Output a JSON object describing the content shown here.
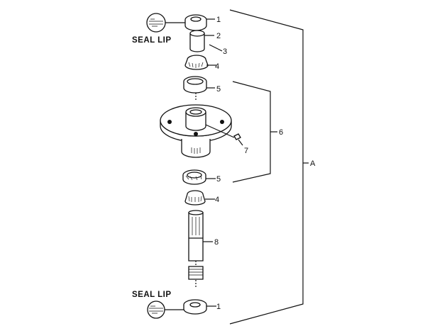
{
  "diagram": {
    "seal_lip_label_top": "SEAL LIP",
    "seal_lip_label_bottom": "SEAL LIP",
    "callouts": {
      "p1_top": "1",
      "p2": "2",
      "p3": "3",
      "p4_top": "4",
      "p5_top": "5",
      "p6": "6",
      "p7": "7",
      "p5_bottom": "5",
      "p4_bottom": "4",
      "p8": "8",
      "p1_bottom": "1",
      "assembly": "A"
    }
  }
}
